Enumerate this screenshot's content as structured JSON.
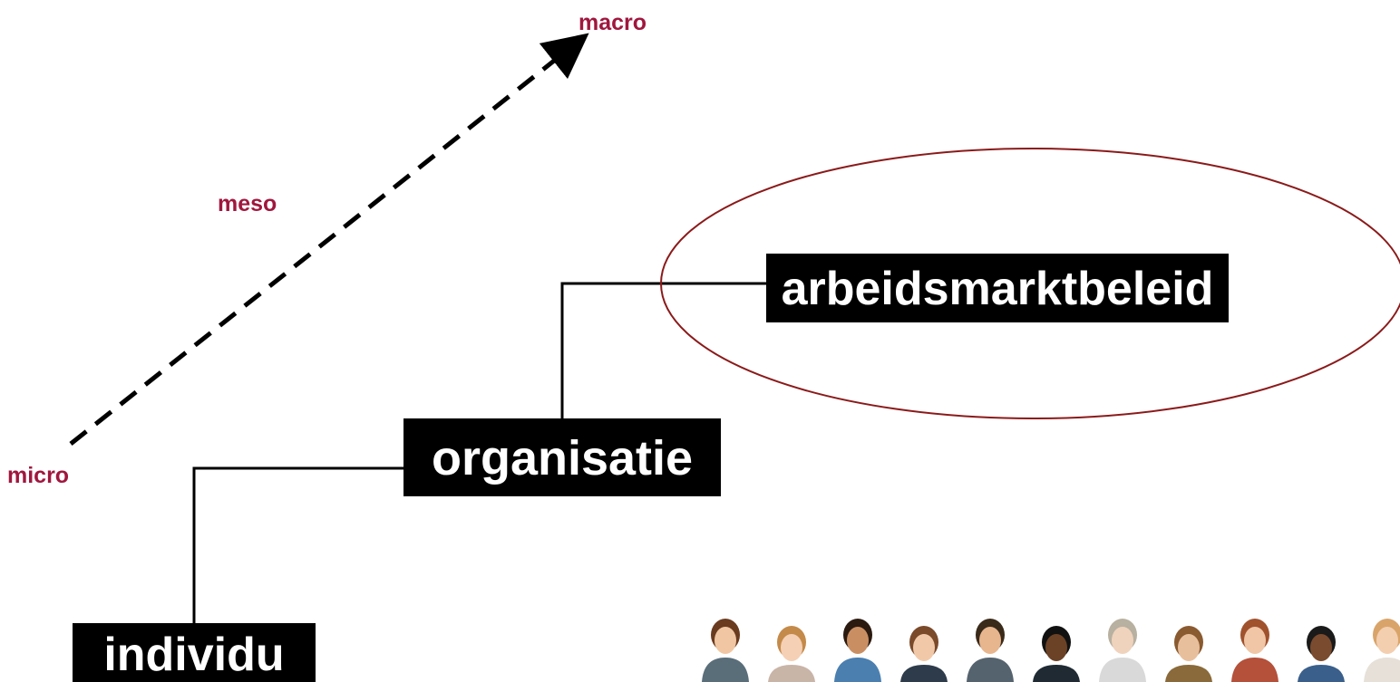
{
  "levels": {
    "micro": "micro",
    "meso": "meso",
    "macro": "macro"
  },
  "boxes": {
    "individu": "individu",
    "organisatie": "organisatie",
    "arbeidsmarktbeleid": "arbeidsmarktbeleid"
  },
  "colors": {
    "level_text": "#A0173E",
    "box_fill": "#000000",
    "box_text": "#FFFFFF",
    "ellipse": "#8B1A1A",
    "connector": "#000000"
  },
  "people_row": {
    "count": 11
  }
}
